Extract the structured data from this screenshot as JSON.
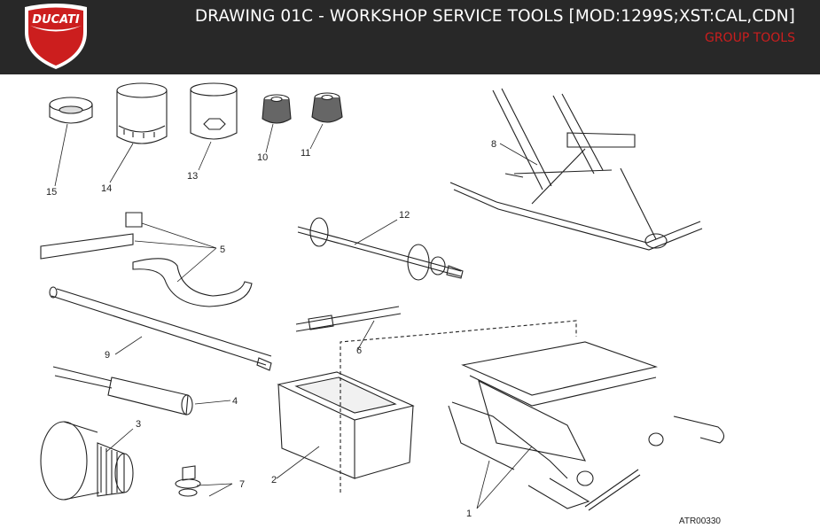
{
  "header": {
    "logo_text": "DUCATI",
    "title": "DRAWING 01C - WORKSHOP SERVICE TOOLS [MOD:1299S;XST:CAL,CDN]",
    "subtitle": "GROUP TOOLS"
  },
  "colors": {
    "header_bg": "#282828",
    "accent_red": "#cc1e1e",
    "line": "#222222"
  },
  "callouts": {
    "c1": "1",
    "c2": "2",
    "c3": "3",
    "c4": "4",
    "c5": "5",
    "c6": "6",
    "c7": "7",
    "c8": "8",
    "c9": "9",
    "c10": "10",
    "c11": "11",
    "c12": "12",
    "c13": "13",
    "c14": "14",
    "c15": "15"
  },
  "drawing_ref": "ATR00330"
}
